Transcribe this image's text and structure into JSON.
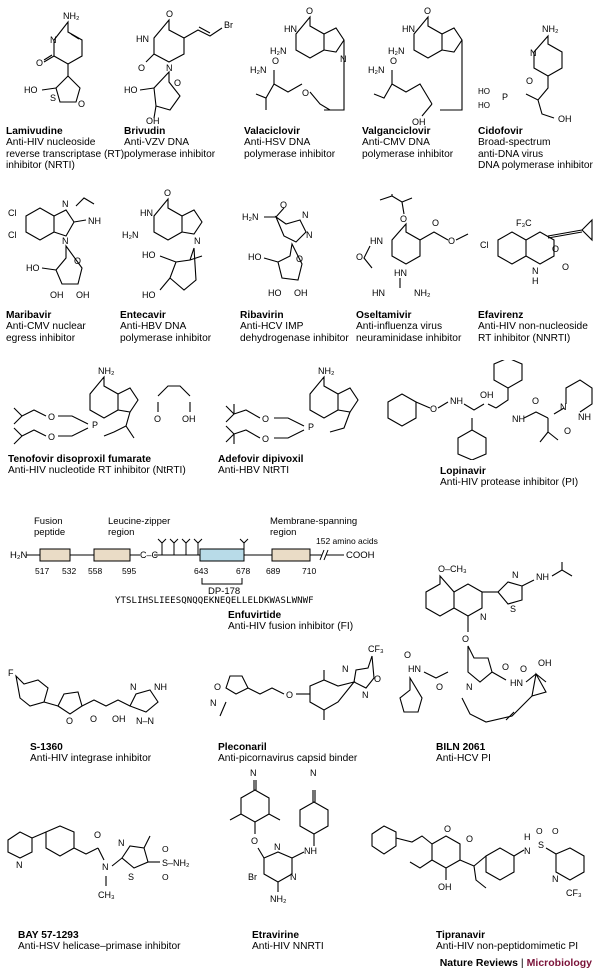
{
  "row1": [
    {
      "name": "Lamivudine",
      "desc": "Anti-HIV nucleoside\nreverse transcriptase (RT)\ninhibitor (NRTI)"
    },
    {
      "name": "Brivudin",
      "desc": "Anti-VZV DNA\npolymerase inhibitor"
    },
    {
      "name": "Valaciclovir",
      "desc": "Anti-HSV DNA\npolymerase inhibitor"
    },
    {
      "name": "Valganciclovir",
      "desc": "Anti-CMV DNA\npolymerase inhibitor"
    },
    {
      "name": "Cidofovir",
      "desc": "Broad-spectrum\nanti-DNA virus\nDNA polymerase inhibitor"
    }
  ],
  "row2": [
    {
      "name": "Maribavir",
      "desc": "Anti-CMV nuclear\negress inhibitor"
    },
    {
      "name": "Entecavir",
      "desc": "Anti-HBV DNA\npolymerase inhibitor"
    },
    {
      "name": "Ribavirin",
      "desc": "Anti-HCV IMP\ndehydrogenase inhibitor"
    },
    {
      "name": "Oseltamivir",
      "desc": "Anti-influenza virus\nneuraminidase inhibitor"
    },
    {
      "name": "Efavirenz",
      "desc": "Anti-HIV non-nucleoside\nRT inhibitor (NNRTI)"
    }
  ],
  "row3": [
    {
      "name": "Tenofovir disoproxil fumarate",
      "desc": "Anti-HIV nucleotide RT inhibitor (NtRTI)"
    },
    {
      "name": "Adefovir dipivoxil",
      "desc": "Anti-HBV NtRTI"
    },
    {
      "name": "Lopinavir",
      "desc": "Anti-HIV protease inhibitor (PI)"
    }
  ],
  "enfuvirtide": {
    "name": "Enfuvirtide",
    "desc": "Anti-HIV fusion inhibitor (FI)",
    "fusion": "Fusion\npeptide",
    "leucine": "Leucine-zipper\nregion",
    "membrane": "Membrane-spanning\nregion",
    "aa": "152 amino acids",
    "h2n": "H₂N",
    "cooh": "COOH",
    "cc": "C–C",
    "dp": "DP-178",
    "sequence": "YTSLIHSLIEESQNQQEKNEQELLELDKWASLWNWF",
    "nums": [
      "517",
      "532",
      "558",
      "595",
      "643",
      "678",
      "689",
      "710"
    ]
  },
  "row5": [
    {
      "name": "S-1360",
      "desc": "Anti-HIV integrase inhibitor"
    },
    {
      "name": "Pleconaril",
      "desc": "Anti-picornavirus capsid binder"
    },
    {
      "name": "BILN 2061",
      "desc": "Anti-HCV PI"
    }
  ],
  "row6": [
    {
      "name": "BAY 57-1293",
      "desc": "Anti-HSV helicase–primase inhibitor"
    },
    {
      "name": "Etravirine",
      "desc": "Anti-HIV NNRTI"
    },
    {
      "name": "Tipranavir",
      "desc": "Anti-HIV non-peptidomimetic PI"
    }
  ],
  "footer": {
    "journal": "Nature Reviews",
    "sep": "|",
    "section": "Microbiology"
  },
  "atoms": {
    "nh2": "NH₂",
    "o": "O",
    "n": "N",
    "s": "S",
    "ho": "HO",
    "oh": "OH",
    "br": "Br",
    "h2n": "H₂N",
    "hn": "HN",
    "nh": "NH",
    "h": "H",
    "cl": "Cl",
    "f": "F",
    "p": "P",
    "cf3": "CF₃",
    "f3c": "F₃C",
    "ch3": "CH₃",
    "och3": "O",
    "methoxy": "O–CH₃",
    "nhnh": "HN",
    "so2nh2": "S–NH₂",
    "nn": "N–N",
    "cn": "N"
  },
  "colors": {
    "accent": "#7a1238",
    "protein_box": "#eadcc6",
    "dp_box": "#b8dbe8",
    "ink": "#000000"
  }
}
